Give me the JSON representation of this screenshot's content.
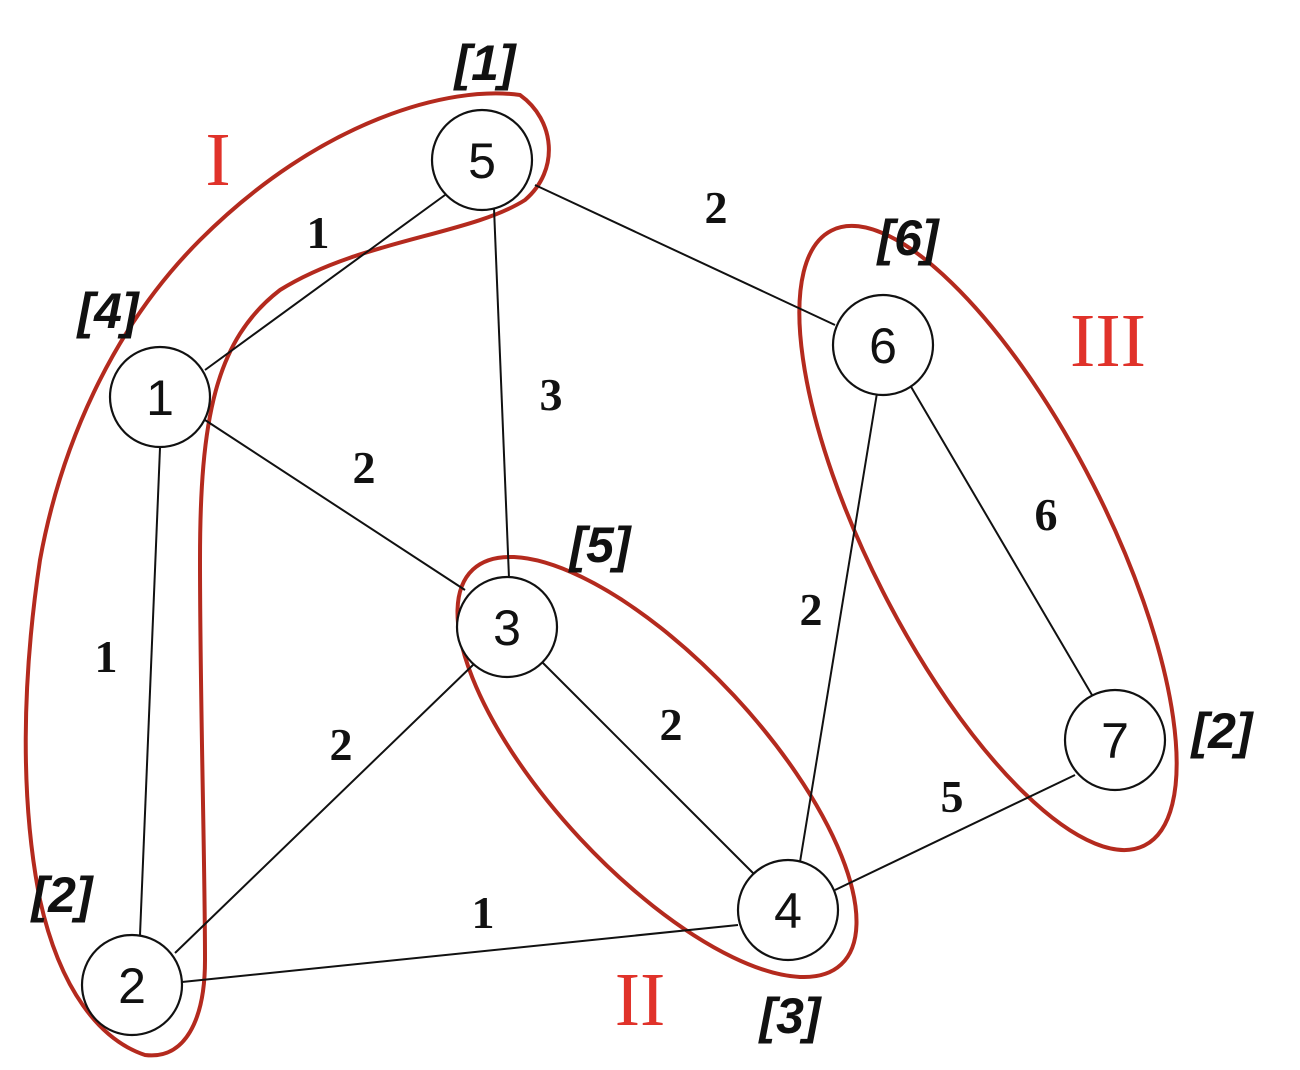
{
  "colors": {
    "group_outline": "#b42a1e",
    "group_label": "#e0322a",
    "ink": "#111111"
  },
  "nodes": [
    {
      "id": "5",
      "label": "5",
      "bracket": "[1]"
    },
    {
      "id": "1",
      "label": "1",
      "bracket": "[4]"
    },
    {
      "id": "2",
      "label": "2",
      "bracket": "[2]"
    },
    {
      "id": "3",
      "label": "3",
      "bracket": "[5]"
    },
    {
      "id": "4",
      "label": "4",
      "bracket": "[3]"
    },
    {
      "id": "6",
      "label": "6",
      "bracket": "[6]"
    },
    {
      "id": "7",
      "label": "7",
      "bracket": "[2]"
    }
  ],
  "edges": [
    {
      "from": "5",
      "to": "1",
      "weight": "1"
    },
    {
      "from": "5",
      "to": "6",
      "weight": "2"
    },
    {
      "from": "5",
      "to": "3",
      "weight": "3"
    },
    {
      "from": "1",
      "to": "3",
      "weight": "2"
    },
    {
      "from": "1",
      "to": "2",
      "weight": "1"
    },
    {
      "from": "3",
      "to": "2",
      "weight": "2"
    },
    {
      "from": "3",
      "to": "4",
      "weight": "2"
    },
    {
      "from": "6",
      "to": "4",
      "weight": "2"
    },
    {
      "from": "6",
      "to": "7",
      "weight": "6"
    },
    {
      "from": "2",
      "to": "4",
      "weight": "1"
    },
    {
      "from": "4",
      "to": "7",
      "weight": "5"
    }
  ],
  "groups": [
    {
      "label": "I",
      "members": [
        "5",
        "1",
        "2"
      ]
    },
    {
      "label": "II",
      "members": [
        "3",
        "4"
      ]
    },
    {
      "label": "III",
      "members": [
        "6",
        "7"
      ]
    }
  ]
}
